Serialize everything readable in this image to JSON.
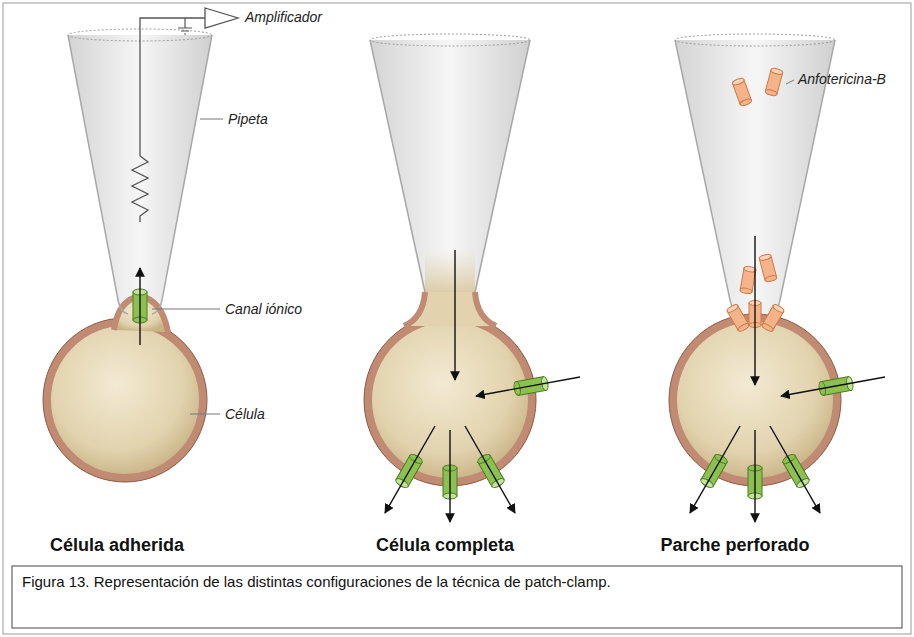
{
  "diagram": {
    "caption": "Figura 13. Representación de las distintas configuraciones de la técnica de patch-clamp.",
    "labels": [
      "Amplificador",
      "Pipeta",
      "Canal iónico",
      "Célula",
      "Célula adherida",
      "Célula completa",
      "Anfotericina-B",
      "Parche perforado"
    ]
  }
}
